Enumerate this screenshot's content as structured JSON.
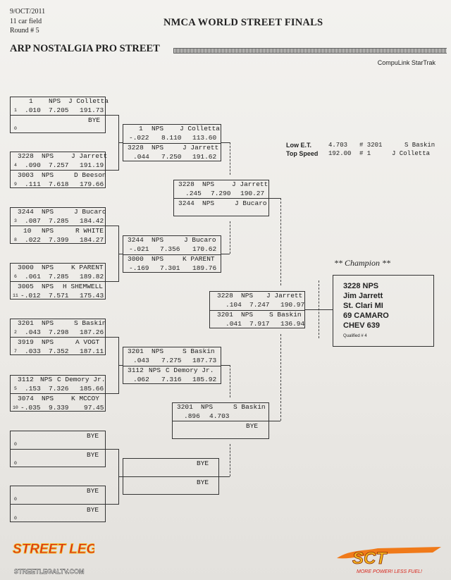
{
  "header": {
    "date": "9/OCT/2011",
    "field": "11 car field",
    "round": "Round # 5",
    "title": "NMCA WORLD STREET FINALS",
    "event": "ARP NOSTALGIA PRO STREET",
    "system": "CompuLink StarTrak"
  },
  "round1": [
    {
      "top": {
        "num": "1",
        "cls": "NPS",
        "driver": "J Colletta",
        "q": "1",
        "rt": ".010",
        "et": "7.205",
        "mph": "191.73"
      },
      "bot": {
        "q": "0",
        "bye": "BYE"
      }
    },
    {
      "top": {
        "num": "3228",
        "cls": "NPS",
        "driver": "J Jarrett",
        "q": "4",
        "rt": ".090",
        "et": "7.257",
        "mph": "191.19"
      },
      "bot": {
        "num": "3003",
        "cls": "NPS",
        "driver": "D Beeson",
        "q": "9",
        "rt": ".111",
        "et": "7.618",
        "mph": "179.66"
      }
    },
    {
      "top": {
        "num": "3244",
        "cls": "NPS",
        "driver": "J Bucaro",
        "q": "3",
        "rt": ".087",
        "et": "7.285",
        "mph": "184.42"
      },
      "bot": {
        "num": "10",
        "cls": "NPS",
        "driver": "R WHITE",
        "q": "8",
        "rt": ".022",
        "et": "7.399",
        "mph": "184.27"
      }
    },
    {
      "top": {
        "num": "3000",
        "cls": "NPS",
        "driver": "K PARENT",
        "q": "6",
        "rt": ".061",
        "et": "7.285",
        "mph": "189.82"
      },
      "bot": {
        "num": "3005",
        "cls": "NPS",
        "driver": "H SHEMWELL",
        "q": "11",
        "rt": "-.012",
        "et": "7.571",
        "mph": "175.43"
      }
    },
    {
      "top": {
        "num": "3201",
        "cls": "NPS",
        "driver": "S Baskin",
        "q": "2",
        "rt": ".043",
        "et": "7.298",
        "mph": "187.26"
      },
      "bot": {
        "num": "3919",
        "cls": "NPS",
        "driver": "A VOGT",
        "q": "7",
        "rt": ".033",
        "et": "7.352",
        "mph": "187.11"
      }
    },
    {
      "top": {
        "num": "3112",
        "cls": "NPS",
        "driver": "C Demory Jr.",
        "q": "5",
        "rt": ".153",
        "et": "7.326",
        "mph": "185.66"
      },
      "bot": {
        "num": "3074",
        "cls": "NPS",
        "driver": "K MCCOY",
        "q": "10",
        "rt": "-.035",
        "et": "9.339",
        "mph": "97.45"
      }
    },
    {
      "top": {
        "q": "0",
        "bye": "BYE"
      },
      "bot": {
        "q": "0",
        "bye": "BYE"
      }
    },
    {
      "top": {
        "q": "0",
        "bye": "BYE"
      },
      "bot": {
        "q": "0",
        "bye": "BYE"
      }
    }
  ],
  "round2": [
    {
      "top": {
        "num": "1",
        "cls": "NPS",
        "driver": "J Colletta",
        "rt": "-.022",
        "et": "8.110",
        "mph": "113.60"
      },
      "bot": {
        "num": "3228",
        "cls": "NPS",
        "driver": "J Jarrett",
        "rt": ".044",
        "et": "7.250",
        "mph": "191.62"
      }
    },
    {
      "top": {
        "num": "3244",
        "cls": "NPS",
        "driver": "J Bucaro",
        "rt": "-.021",
        "et": "7.356",
        "mph": "170.62"
      },
      "bot": {
        "num": "3000",
        "cls": "NPS",
        "driver": "K PARENT",
        "rt": "-.169",
        "et": "7.301",
        "mph": "189.76"
      }
    },
    {
      "top": {
        "num": "3201",
        "cls": "NPS",
        "driver": "S Baskin",
        "rt": ".043",
        "et": "7.275",
        "mph": "187.73"
      },
      "bot": {
        "num": "3112",
        "cls": "NPS",
        "driver": "C Demory Jr.",
        "rt": ".062",
        "et": "7.316",
        "mph": "185.92"
      }
    },
    {
      "top": {
        "bye": "BYE"
      },
      "bot": {
        "bye": "BYE"
      }
    }
  ],
  "round3": [
    {
      "top": {
        "num": "3228",
        "cls": "NPS",
        "driver": "J Jarrett",
        "rt": ".245",
        "et": "7.290",
        "mph": "190.27"
      },
      "bot": {
        "num": "3244",
        "cls": "NPS",
        "driver": "J Bucaro"
      }
    },
    {
      "top": {
        "num": "3201",
        "cls": "NPS",
        "driver": "S Baskin",
        "rt": ".896",
        "et": "4.703"
      },
      "bot": {
        "bye": "BYE"
      }
    }
  ],
  "final": {
    "top": {
      "num": "3228",
      "cls": "NPS",
      "driver": "J Jarrett",
      "rt": ".104",
      "et": "7.247",
      "mph": "190.97"
    },
    "bot": {
      "num": "3201",
      "cls": "NPS",
      "driver": "S Baskin",
      "rt": ".041",
      "et": "7.917",
      "mph": "136.94"
    }
  },
  "stats": {
    "low_et_label": "Low  E.T.",
    "low_et_value": "4.703",
    "low_et_num": "# 3201",
    "low_et_driver": "S Baskin",
    "top_speed_label": "Top Speed",
    "top_speed_value": "192.00",
    "top_speed_num": "#  1",
    "top_speed_driver": "J Colletta"
  },
  "champion": {
    "label": "** Champion **",
    "line1": "3228   NPS",
    "line2": "Jim Jarrett",
    "line3": "St. Clari  MI",
    "line4": "69 CAMARO",
    "line5": "CHEV 639",
    "qualified": "Qualified # 4"
  },
  "logos": {
    "street_legal": "STREET LEGAL TV",
    "street_legal_url": "STREETLEGALTV.COM",
    "sct": "SCT",
    "sct_tag": "MORE POWER! LESS FUEL!"
  },
  "colors": {
    "logo_red": "#d8261c",
    "logo_yellow": "#f2b41e",
    "logo_orange": "#f07a1a"
  }
}
